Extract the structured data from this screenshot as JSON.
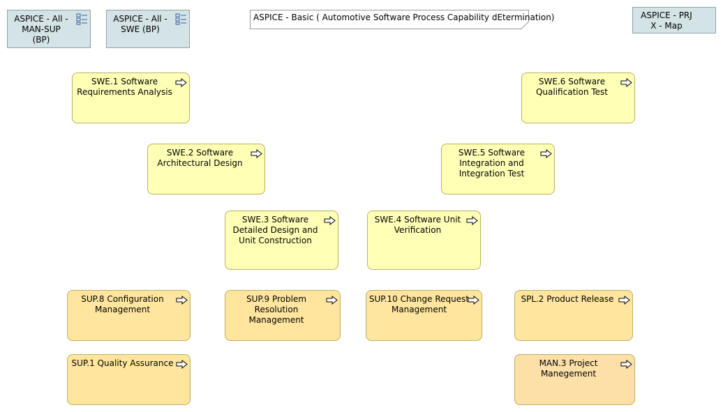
{
  "note": {
    "title": "ASPICE - Basic ( Automotive Software Process Capability dEtermination)"
  },
  "refs": [
    {
      "id": "man-sup",
      "label": "ASPICE - All -\nMAN-SUP\n(BP)"
    },
    {
      "id": "swe",
      "label": "ASPICE - All -\nSWE (BP)"
    },
    {
      "id": "prj-map",
      "label": "ASPICE - PRJ\nX - Map"
    }
  ],
  "processes": [
    {
      "id": "swe1",
      "label": "SWE.1 Software\nRequirements Analysis"
    },
    {
      "id": "swe2",
      "label": "SWE.2 Software\nArchitectural Design"
    },
    {
      "id": "swe3",
      "label": "SWE.3 Software\nDetailed Design and\nUnit Construction"
    },
    {
      "id": "swe4",
      "label": "SWE.4 Software Unit\nVerification"
    },
    {
      "id": "swe5",
      "label": "SWE.5 Software\nIntegration and\nIntegration Test"
    },
    {
      "id": "swe6",
      "label": "SWE.6 Software\nQualification Test"
    },
    {
      "id": "sup8",
      "label": "SUP.8 Configuration\nManagement"
    },
    {
      "id": "sup9",
      "label": "SUP.9 Problem\nResolution\nManagement"
    },
    {
      "id": "sup10",
      "label": "SUP.10 Change Request\nManagement"
    },
    {
      "id": "spl2",
      "label": "SPL.2 Product Release"
    },
    {
      "id": "sup1",
      "label": "SUP.1 Quality Assurance"
    },
    {
      "id": "man3",
      "label": "MAN.3 Project\nManegement"
    }
  ]
}
